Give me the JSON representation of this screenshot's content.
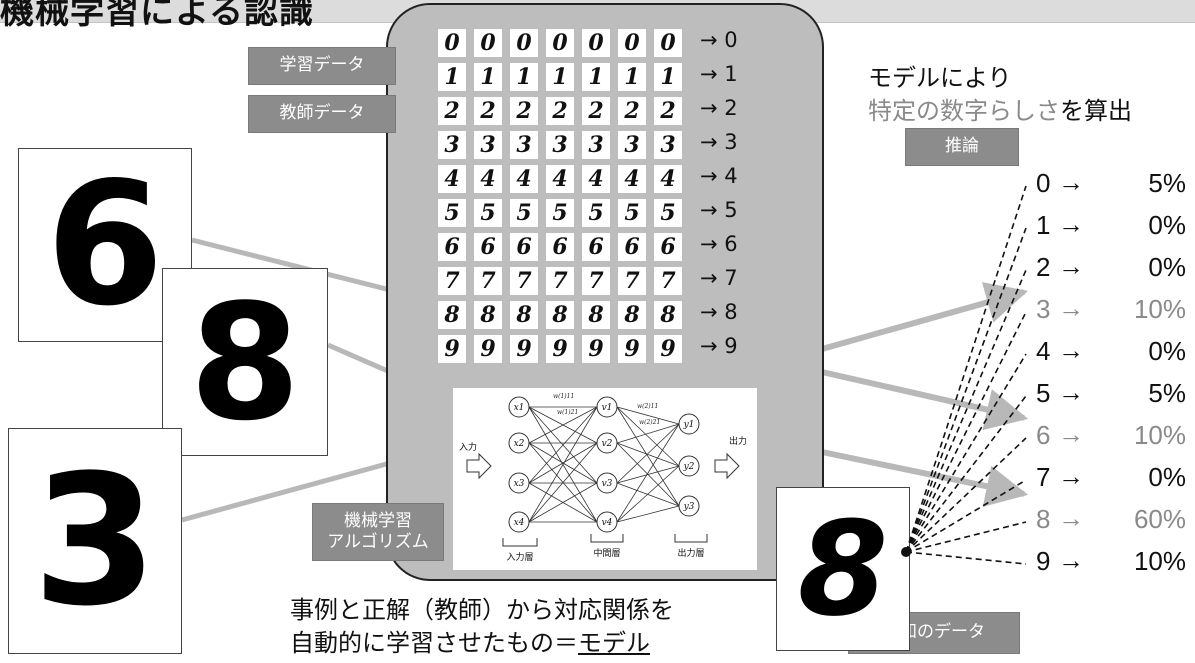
{
  "title": "機械学習による認識",
  "labels": {
    "training_data": "学習データ",
    "teacher_data": "教師データ",
    "ml_algorithm": [
      "機械学習",
      "アルゴリズム"
    ],
    "inference": "推論",
    "unknown_data": "未知のデータ"
  },
  "digit_rows": [
    {
      "glyphs": [
        "0",
        "0",
        "0",
        "0",
        "0",
        "0",
        "0"
      ],
      "target": "→ 0"
    },
    {
      "glyphs": [
        "1",
        "1",
        "1",
        "1",
        "1",
        "1",
        "1"
      ],
      "target": "→ 1"
    },
    {
      "glyphs": [
        "2",
        "2",
        "2",
        "2",
        "2",
        "2",
        "2"
      ],
      "target": "→ 2"
    },
    {
      "glyphs": [
        "3",
        "3",
        "3",
        "3",
        "3",
        "3",
        "3"
      ],
      "target": "→ 3"
    },
    {
      "glyphs": [
        "4",
        "4",
        "4",
        "4",
        "4",
        "4",
        "4"
      ],
      "target": "→ 4"
    },
    {
      "glyphs": [
        "5",
        "5",
        "5",
        "5",
        "5",
        "5",
        "5"
      ],
      "target": "→ 5"
    },
    {
      "glyphs": [
        "6",
        "6",
        "6",
        "6",
        "6",
        "6",
        "6"
      ],
      "target": "→ 6"
    },
    {
      "glyphs": [
        "7",
        "7",
        "7",
        "7",
        "7",
        "7",
        "7"
      ],
      "target": "→ 7"
    },
    {
      "glyphs": [
        "8",
        "8",
        "8",
        "8",
        "8",
        "8",
        "8"
      ],
      "target": "→ 8"
    },
    {
      "glyphs": [
        "9",
        "9",
        "9",
        "9",
        "9",
        "9",
        "9"
      ],
      "target": "→ 9"
    }
  ],
  "network": {
    "input_label": "入力",
    "output_label": "出力",
    "input_nodes": [
      "x1",
      "x2",
      "x3",
      "x4"
    ],
    "hidden_nodes": [
      "v1",
      "v2",
      "v3",
      "v4"
    ],
    "output_nodes": [
      "y1",
      "y2",
      "y3"
    ],
    "layer_labels": [
      "入力層",
      "中間層",
      "出力層"
    ],
    "weight_labels": [
      "w(1)11",
      "w(1)21",
      "w(2)11",
      "w(2)21"
    ]
  },
  "input_images": [
    "6",
    "8",
    "3"
  ],
  "unknown_image": "8",
  "caption": {
    "line1": "事例と正解（教師）から対応関係を",
    "line2_prefix": "自動的に学習させたもの＝",
    "line2_model": "モデル"
  },
  "right_title": {
    "line1": "モデルにより",
    "line2_grey": "特定の数字らしさ",
    "line2_black": "を算出"
  },
  "results": [
    {
      "digit": "0",
      "arrow": "→",
      "percent": "5%"
    },
    {
      "digit": "1",
      "arrow": "→",
      "percent": "0%"
    },
    {
      "digit": "2",
      "arrow": "→",
      "percent": "0%"
    },
    {
      "digit": "3",
      "arrow": "→",
      "percent": "10%"
    },
    {
      "digit": "4",
      "arrow": "→",
      "percent": "0%"
    },
    {
      "digit": "5",
      "arrow": "→",
      "percent": "5%"
    },
    {
      "digit": "6",
      "arrow": "→",
      "percent": "10%"
    },
    {
      "digit": "7",
      "arrow": "→",
      "percent": "0%"
    },
    {
      "digit": "8",
      "arrow": "→",
      "percent": "60%"
    },
    {
      "digit": "9",
      "arrow": "→",
      "percent": "10%"
    }
  ],
  "highlighted_results": [
    3,
    6,
    8
  ],
  "colors": {
    "panel": "#bdbdbd",
    "label_bg": "#8c8c8c",
    "connector": "#b8b8b8",
    "grey_text": "#8a8a8a",
    "title_bar": "#dcdcdc"
  }
}
